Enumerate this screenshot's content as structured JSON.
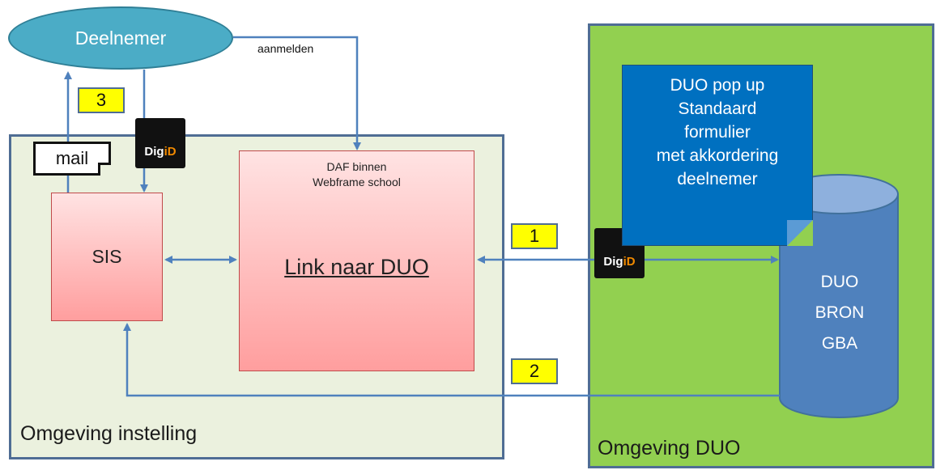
{
  "participant": {
    "label": "Deelnemer"
  },
  "zones": {
    "instelling": {
      "label": "Omgeving instelling"
    },
    "duo": {
      "label": "Omgeving DUO"
    }
  },
  "sis": {
    "label": "SIS"
  },
  "daf": {
    "title_line1": "DAF binnen",
    "title_line2": "Webframe school",
    "link": "Link naar DUO"
  },
  "mail": {
    "label": "mail"
  },
  "arrows": {
    "aanmelden": "aanmelden"
  },
  "steps": [
    "1",
    "2",
    "3"
  ],
  "digid": {
    "text_main": "Dig",
    "text_accent": "iD"
  },
  "popup_note": {
    "line1": "DUO pop up",
    "line2": "Standaard",
    "line3": "formulier",
    "line4": "met akkordering",
    "line5": "deelnemer"
  },
  "database": {
    "line1": "DUO",
    "line2": "BRON",
    "line3": "GBA"
  },
  "colors": {
    "instelling_bg": "#ebf1de",
    "duo_bg": "#92d050",
    "participant": "#4bacc6",
    "box_gradient_top": "#ffe3e3",
    "box_gradient_bottom": "#ff9e9e",
    "arrow": "#4f81bd",
    "badge": "#ffff00",
    "note": "#0070c0",
    "database": "#4f81bd"
  }
}
